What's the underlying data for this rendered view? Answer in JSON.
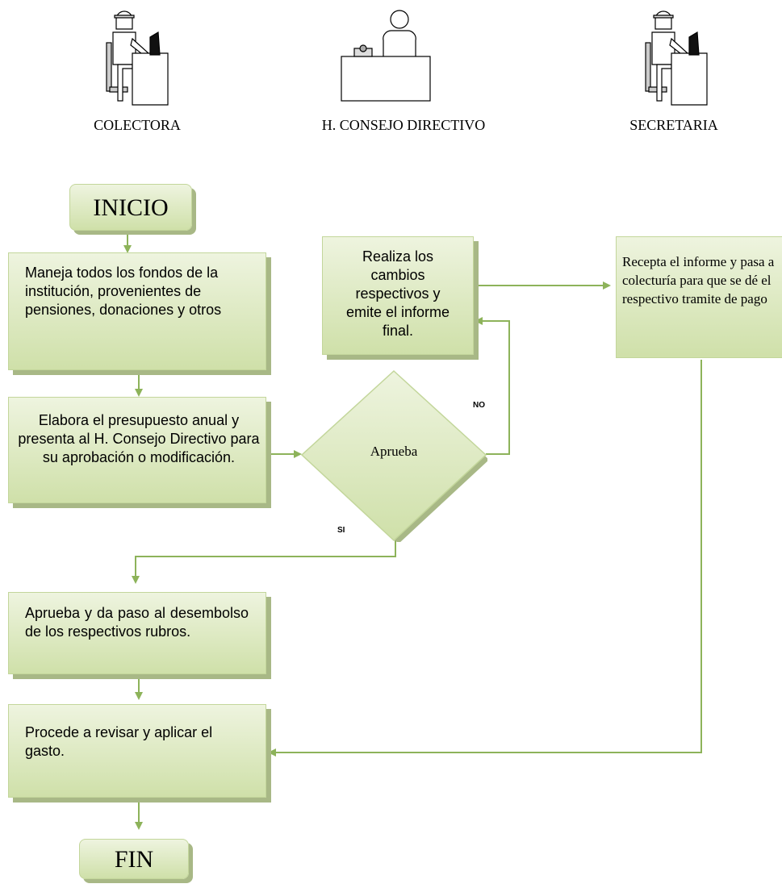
{
  "actors": {
    "colectora": "COLECTORA",
    "consejo": "H. CONSEJO DIRECTIVO",
    "secretaria": "SECRETARIA"
  },
  "nodes": {
    "inicio": "INICIO",
    "maneja": "Maneja todos los fondos de la institución, provenientes de pensiones, donaciones y otros",
    "elabora": "Elabora el presupuesto anual y presenta al H. Consejo Directivo para su aprobación o modificación.",
    "aprueba_decision": "Aprueba",
    "realiza": "Realiza los cambios respectivos y emite el informe final.",
    "recepta": "Recepta el informe y pasa a colecturía para que se dé el respectivo tramite de pago",
    "aprueba_paso": "Aprueba y da paso al desembolso de los respectivos rubros.",
    "procede": "Procede a revisar y aplicar el gasto.",
    "fin": "FIN"
  },
  "branch_labels": {
    "no": "NO",
    "si": "SI"
  },
  "colors": {
    "connector": "#8db35a",
    "box_border": "#c3d69b",
    "box_fill_top": "#eef4df",
    "box_fill_bottom": "#cfe0a9",
    "shadow": "#a8b886"
  },
  "icons": [
    "worker-at-computer-icon",
    "person-at-desk-icon",
    "worker-at-computer-icon"
  ]
}
